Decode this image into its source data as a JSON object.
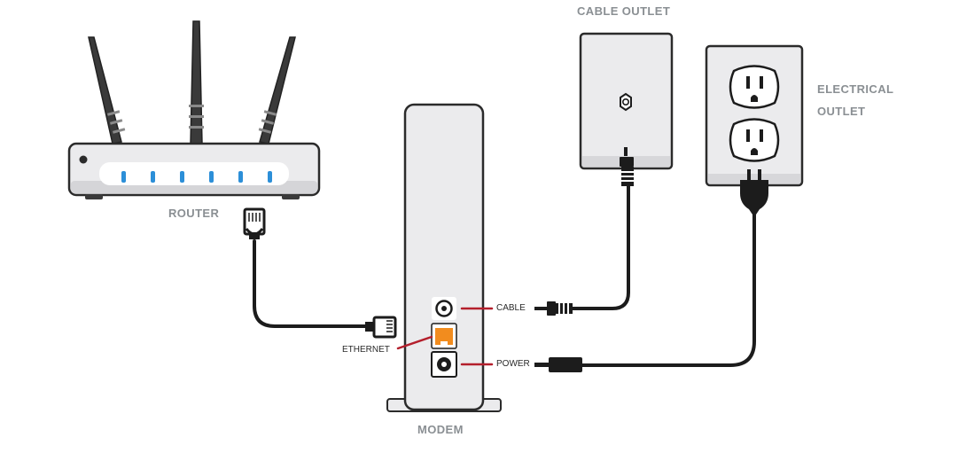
{
  "labels": {
    "router": "ROUTER",
    "modem": "MODEM",
    "cable_outlet": "CABLE OUTLET",
    "electrical_outlet_line1": "ELECTRICAL",
    "electrical_outlet_line2": "OUTLET"
  },
  "ports": {
    "cable": "CABLE",
    "ethernet": "ETHERNET",
    "power": "POWER"
  },
  "colors": {
    "device_fill": "#ebebed",
    "device_stroke": "#2b2b2b",
    "cable": "#1c1c1c",
    "callout_line": "#b41f2c",
    "ethernet_port": "#f28c1e",
    "router_lights": "#2c8fd8",
    "label_gray": "#8a8f93"
  }
}
